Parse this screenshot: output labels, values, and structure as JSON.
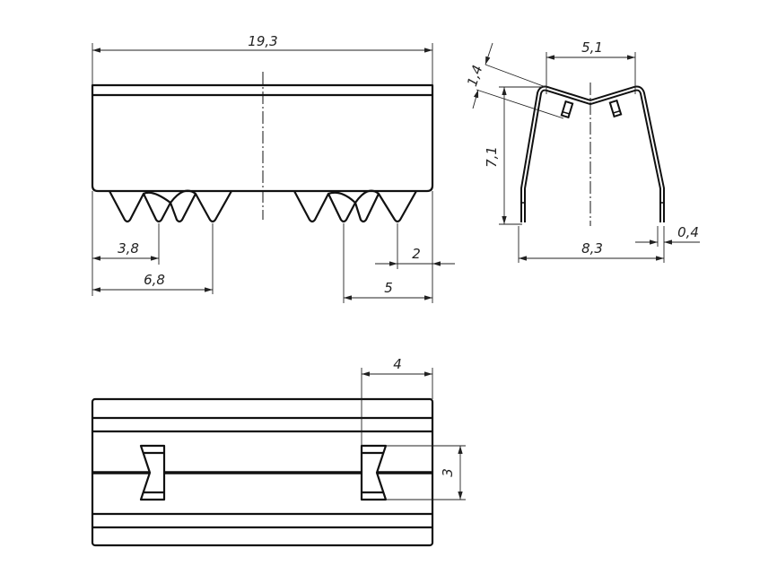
{
  "dimensions": {
    "overall_length": "19,3",
    "tooth_offset_1": "3,8",
    "tooth_offset_2": "6,8",
    "tooth_offset_right_1": "5",
    "tooth_offset_right_2": "2",
    "top_width": "5,1",
    "thickness_slant": "1,4",
    "height": "7,1",
    "base_width": "8,3",
    "material_thickness": "0,4",
    "clip_offset": "4",
    "clip_height": "3"
  }
}
